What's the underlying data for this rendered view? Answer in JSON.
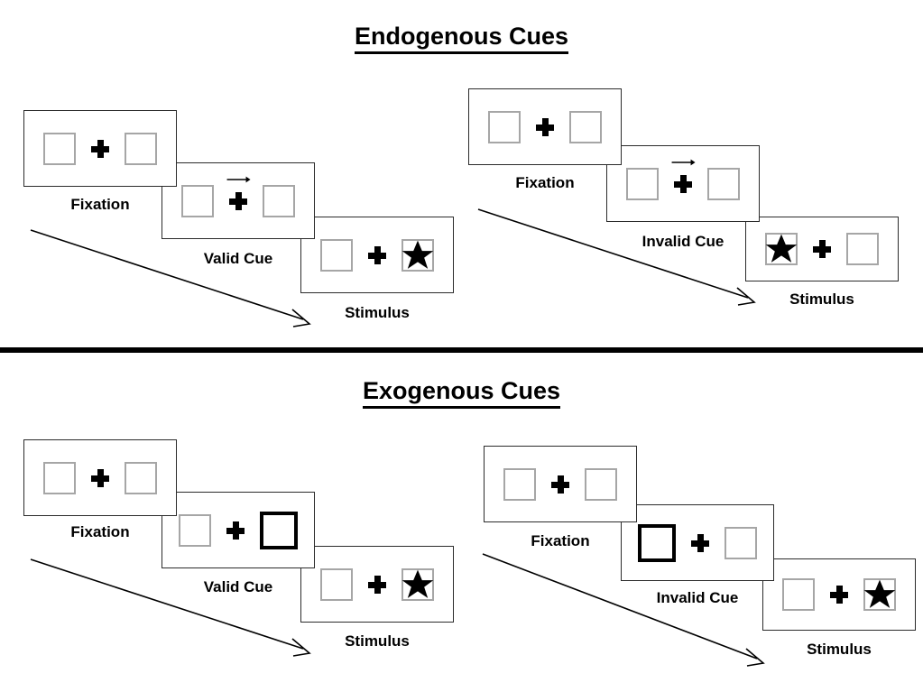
{
  "sections": [
    {
      "id": "endogenous",
      "title": "Endogenous Cues",
      "columns": [
        {
          "id": "endogenous-valid",
          "frames": [
            {
              "id": "fixation",
              "caption": "Fixation",
              "left_content": "empty",
              "right_content": "empty",
              "cue": "none",
              "cued_side": "none"
            },
            {
              "id": "cue",
              "caption": "Valid Cue",
              "left_content": "empty",
              "right_content": "empty",
              "cue": "arrow-right",
              "cued_side": "right"
            },
            {
              "id": "stimulus",
              "caption": "Stimulus",
              "left_content": "empty",
              "right_content": "star",
              "cue": "none",
              "cued_side": "none"
            }
          ]
        },
        {
          "id": "endogenous-invalid",
          "frames": [
            {
              "id": "fixation",
              "caption": "Fixation",
              "left_content": "empty",
              "right_content": "empty",
              "cue": "none",
              "cued_side": "none"
            },
            {
              "id": "cue",
              "caption": "Invalid Cue",
              "left_content": "empty",
              "right_content": "empty",
              "cue": "arrow-right",
              "cued_side": "right"
            },
            {
              "id": "stimulus",
              "caption": "Stimulus",
              "left_content": "star",
              "right_content": "empty",
              "cue": "none",
              "cued_side": "none"
            }
          ]
        }
      ]
    },
    {
      "id": "exogenous",
      "title": "Exogenous Cues",
      "columns": [
        {
          "id": "exogenous-valid",
          "frames": [
            {
              "id": "fixation",
              "caption": "Fixation",
              "left_content": "empty",
              "right_content": "empty",
              "cue": "none",
              "cued_side": "none"
            },
            {
              "id": "cue",
              "caption": "Valid Cue",
              "left_content": "empty",
              "right_content": "empty",
              "cue": "box-highlight",
              "cued_side": "right"
            },
            {
              "id": "stimulus",
              "caption": "Stimulus",
              "left_content": "empty",
              "right_content": "star",
              "cue": "none",
              "cued_side": "none"
            }
          ]
        },
        {
          "id": "exogenous-invalid",
          "frames": [
            {
              "id": "fixation",
              "caption": "Fixation",
              "left_content": "empty",
              "right_content": "empty",
              "cue": "none",
              "cued_side": "none"
            },
            {
              "id": "cue",
              "caption": "Invalid Cue",
              "left_content": "empty",
              "right_content": "empty",
              "cue": "box-highlight",
              "cued_side": "left"
            },
            {
              "id": "stimulus",
              "caption": "Stimulus",
              "left_content": "star",
              "right_content": "empty",
              "cue": "none",
              "cued_side": "none"
            }
          ]
        }
      ]
    }
  ],
  "colors": {
    "stroke": "#2b2b2b",
    "box_border": "#a6a6a6",
    "cued_box_border": "#000000",
    "glyph": "#000000",
    "divider": "#000000",
    "background": "#ffffff"
  }
}
